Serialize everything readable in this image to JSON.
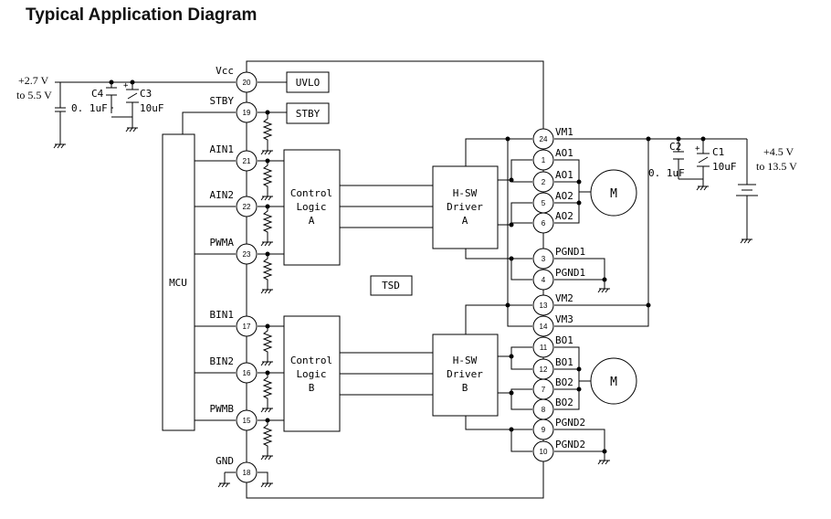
{
  "title": "Typical Application Diagram",
  "supply_left": {
    "voltage": "+2.7 V",
    "range": "to 5.5 V"
  },
  "supply_right": {
    "voltage": "+4.5 V",
    "range": "to 13.5 V"
  },
  "capacitors": {
    "c4": "C4",
    "c4_value": "0. 1uF",
    "c3": "C3",
    "c3_value": "10uF",
    "c2": "C2",
    "c2_value": "0. 1uF",
    "c1": "C1",
    "c1_value": "10uF",
    "plus": "+"
  },
  "blocks": {
    "uvlo": "UVLO",
    "stby": "STBY",
    "mcu": "MCU",
    "tsd": "TSD",
    "logic_a": [
      "Control",
      "Logic",
      "A"
    ],
    "logic_b": [
      "Control",
      "Logic",
      "B"
    ],
    "driver_a": [
      "H-SW",
      "Driver",
      "A"
    ],
    "driver_b": [
      "H-SW",
      "Driver",
      "B"
    ],
    "motor": "M"
  },
  "left_pins": [
    {
      "label": "Vcc",
      "num": "20"
    },
    {
      "label": "STBY",
      "num": "19"
    },
    {
      "label": "AIN1",
      "num": "21"
    },
    {
      "label": "AIN2",
      "num": "22"
    },
    {
      "label": "PWMA",
      "num": "23"
    },
    {
      "label": "BIN1",
      "num": "17"
    },
    {
      "label": "BIN2",
      "num": "16"
    },
    {
      "label": "PWMB",
      "num": "15"
    },
    {
      "label": "GND",
      "num": "18"
    }
  ],
  "right_pins": [
    {
      "label": "VM1",
      "num": "24"
    },
    {
      "label": "AO1",
      "num": "1"
    },
    {
      "label": "AO1",
      "num": "2"
    },
    {
      "label": "AO2",
      "num": "5"
    },
    {
      "label": "AO2",
      "num": "6"
    },
    {
      "label": "PGND1",
      "num": "3"
    },
    {
      "label": "PGND1",
      "num": "4"
    },
    {
      "label": "VM2",
      "num": "13"
    },
    {
      "label": "VM3",
      "num": "14"
    },
    {
      "label": "BO1",
      "num": "11"
    },
    {
      "label": "BO1",
      "num": "12"
    },
    {
      "label": "BO2",
      "num": "7"
    },
    {
      "label": "BO2",
      "num": "8"
    },
    {
      "label": "PGND2",
      "num": "9"
    },
    {
      "label": "PGND2",
      "num": "10"
    }
  ]
}
